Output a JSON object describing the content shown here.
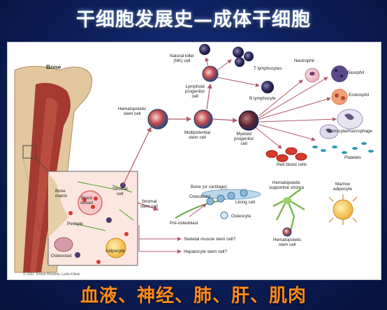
{
  "slide": {
    "title": "干细胞发展史—成体干细胞",
    "caption": "血液、神经、肺、肝、肌肉",
    "credit": "© 2001 Terese Winslow, Lydia Kibiuk"
  },
  "colors": {
    "title_text": "#ffffff",
    "caption_text": "#ff8a1e",
    "background": "#0e2160",
    "bone": "#d9b98f",
    "marrow": "#9b2d2d",
    "cell_purple": "#4b3a6e",
    "red_cell": "#d9392d",
    "arrow": "#b05a6a"
  },
  "labels": {
    "bone": "Bone",
    "nk_cell": "Natural killer\n(NK) cell",
    "t_lymphocytes": "T lymphocytes",
    "lymphoid_progenitor": "Lymphoid\nprogenitor\ncell",
    "b_lymphocyte": "B lymphocyte",
    "neutrophil": "Neutrophil",
    "basophil": "Basophil",
    "eosinophil": "Eosinophil",
    "monocyte": "Monocyte/macrophage",
    "platelets": "Platelets",
    "red_blood_cells": "Red blood cells",
    "hsc": "Hematopoietic\nstem cell",
    "multipotential": "Multipotential\nstem cell",
    "myeloid": "Myeloid\nprogenitor\ncell",
    "bone_matrix": "Bone\nmatrix",
    "blood_vessel": "Blood\nvessel",
    "stromal_cell": "Stromal\ncell",
    "pericyte": "Pericyte",
    "osteoclast": "Osteoclast",
    "adipocyte": "Adipocyte",
    "stromal_stem": "Stromal\nstem cell",
    "bone_cartilage": "Bone (or cartilage)",
    "osteoblast": "Osteoblast",
    "lining_cell": "Lining cell",
    "pre_osteoblast": "Pre-osteoblast",
    "osteocyte": "Osteocyte",
    "supportive_stroma": "Hematopoietic\nsupportive stroma",
    "marrow_adipocyte": "Marrow\nadipocyte",
    "hsc_bottom": "Hematopoietic\nstem cell",
    "skeletal_muscle": "Skeletal muscle stem cell?",
    "hepatocyte": "Hepatocyte stem cell?"
  }
}
